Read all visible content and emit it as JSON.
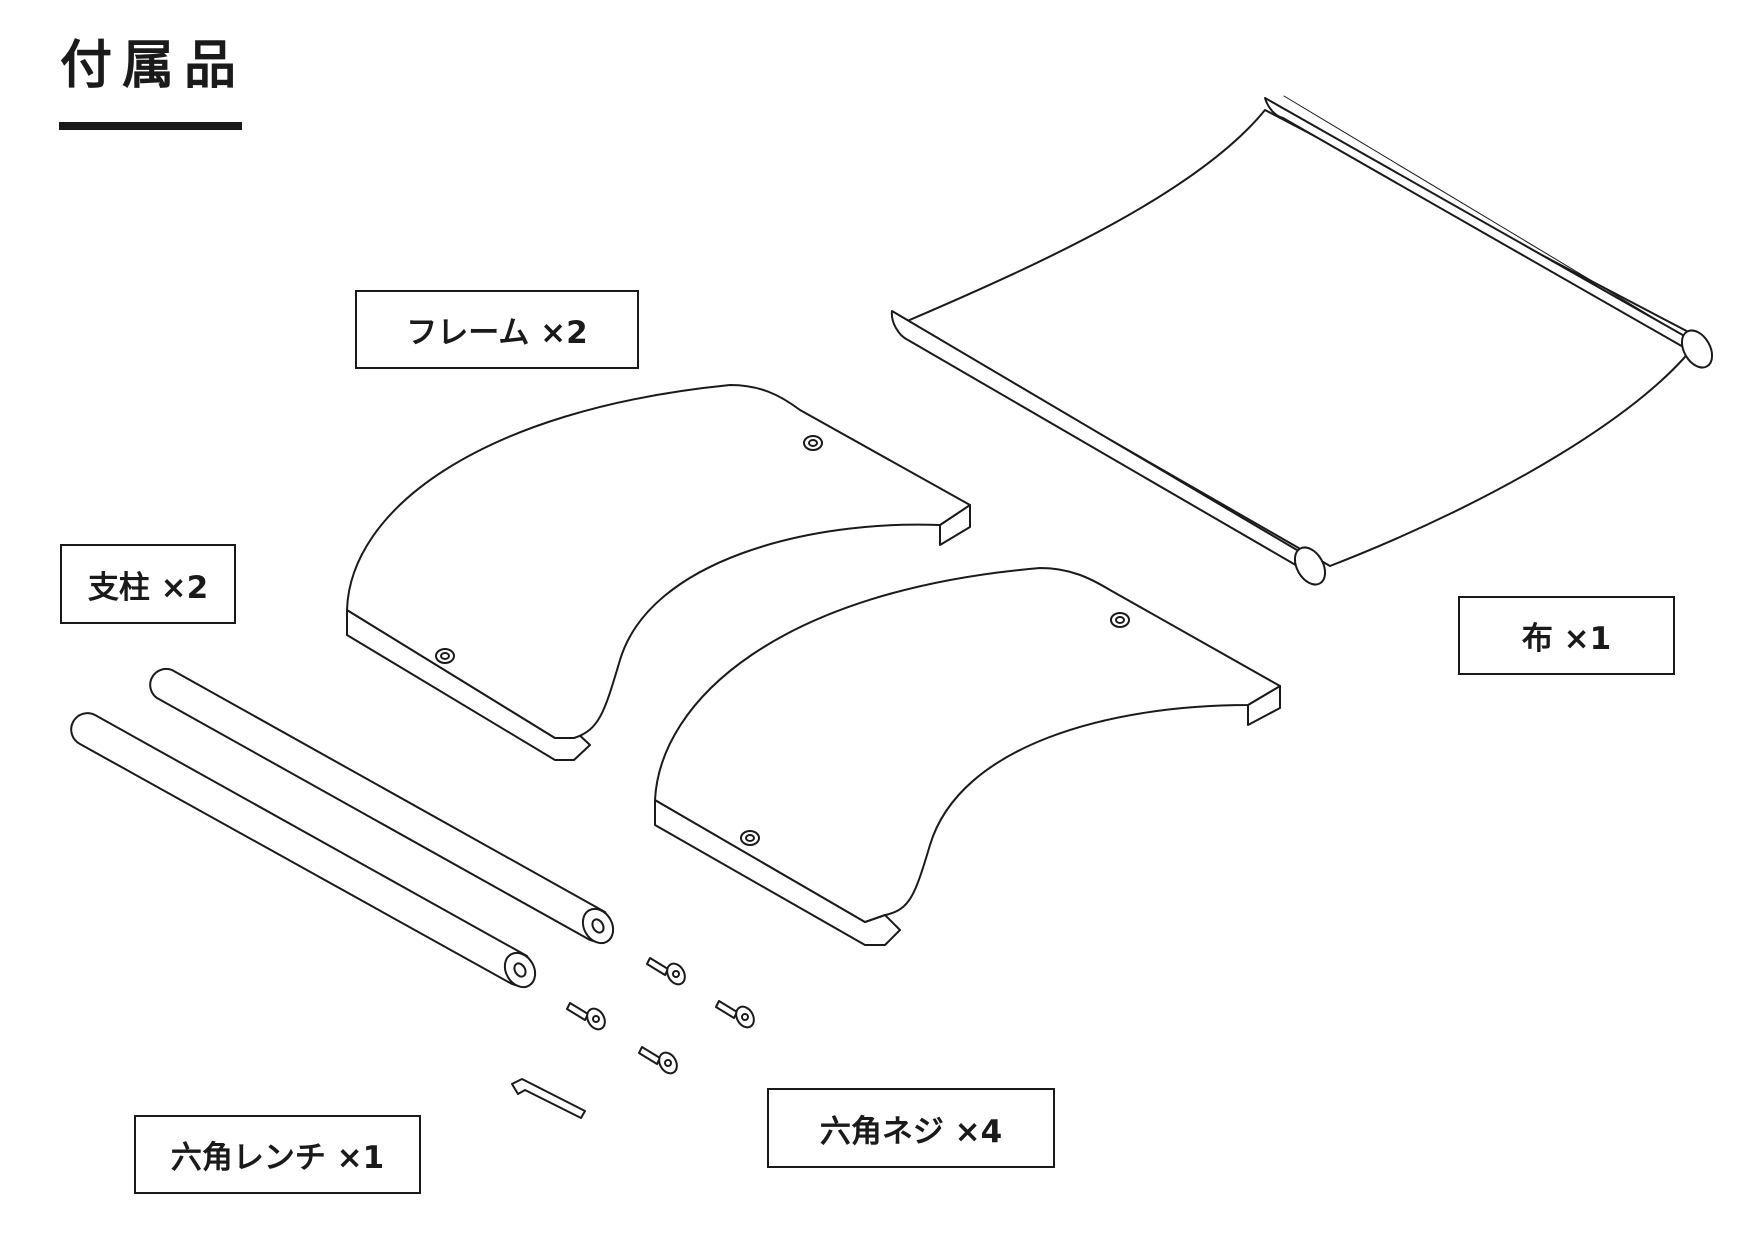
{
  "title": "付属品",
  "labels": {
    "frame": "フレーム ×2",
    "pillar": "支柱 ×2",
    "cloth": "布 ×1",
    "wrench": "六角レンチ ×1",
    "screw": "六角ネジ ×4"
  },
  "colors": {
    "line": "#1a1a1a",
    "background": "#ffffff"
  }
}
